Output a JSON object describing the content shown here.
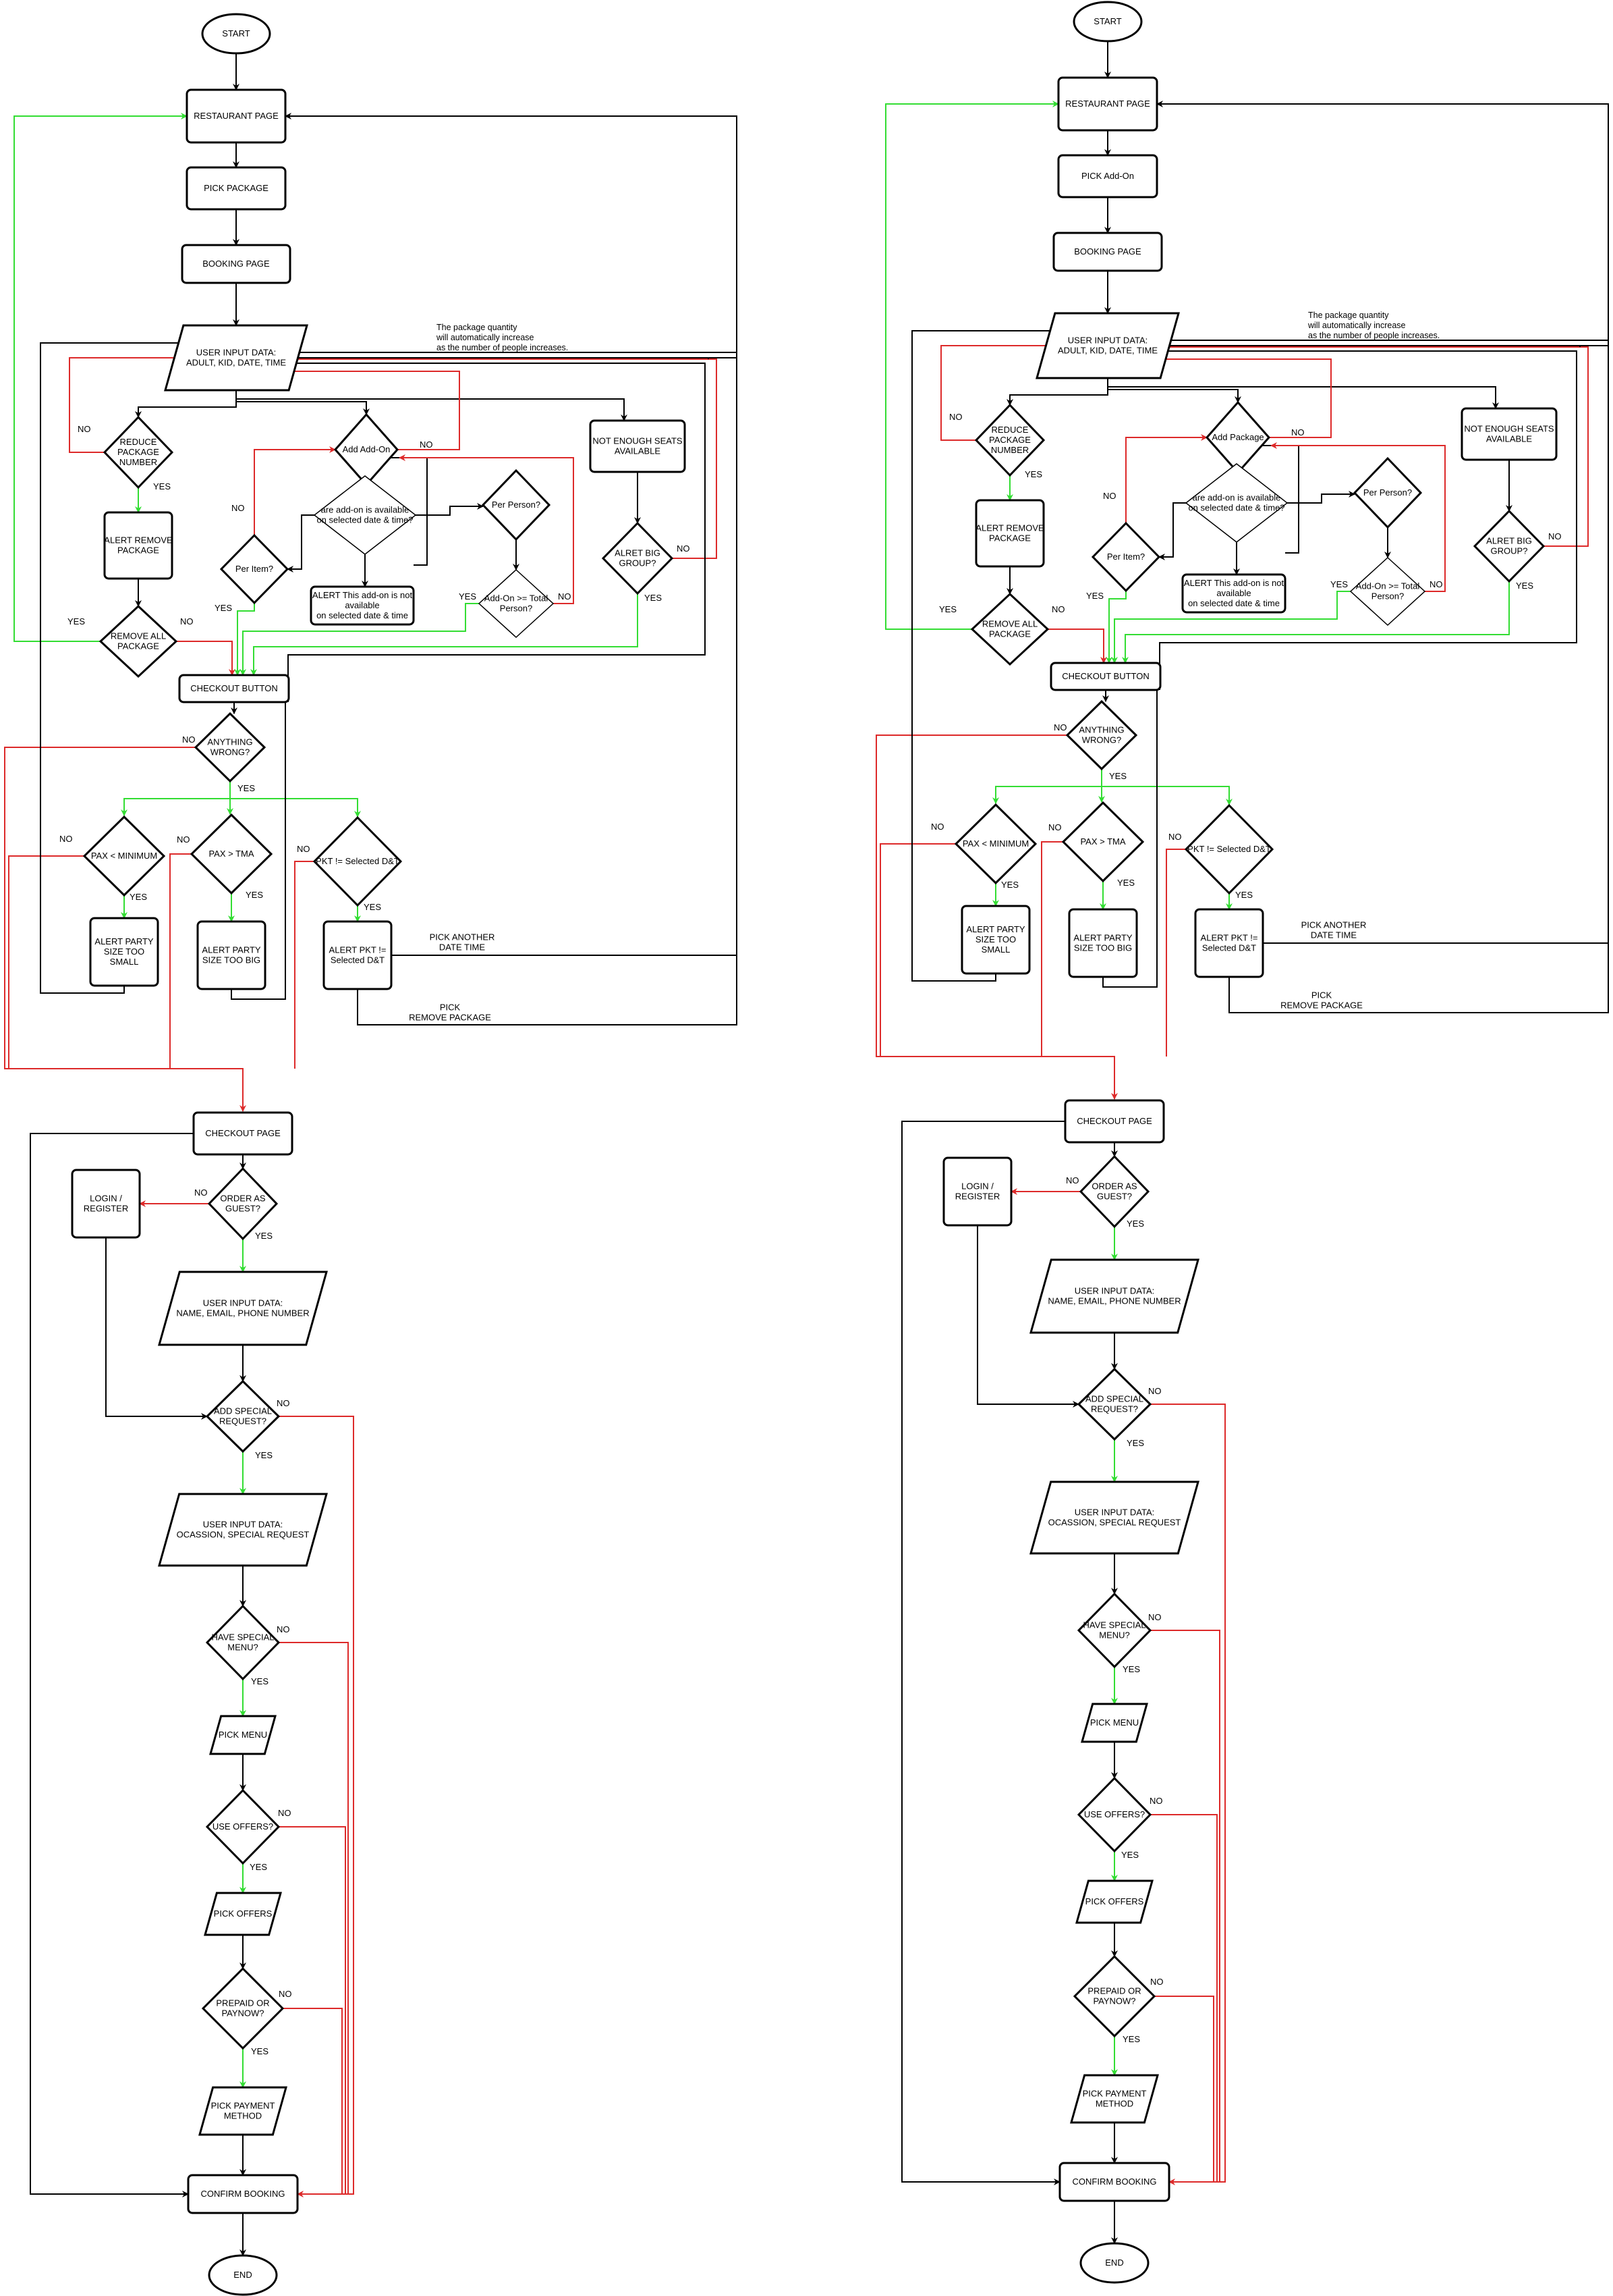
{
  "colors": {
    "yes": "#33dd33",
    "no": "#dd2a2a",
    "flow": "#000000"
  },
  "charts": [
    {
      "id": "left",
      "nodes": {
        "start": "START",
        "restaurant": "RESTAURANT PAGE",
        "pick": "PICK PACKAGE",
        "booking": "BOOKING PAGE",
        "input1": "USER INPUT DATA:\nADULT, KID, DATE, TIME",
        "note": "The package quantity\nwill automatically increase\nas the number of people increases.",
        "reduce": "REDUCE\nPACKAGE\nNUMBER",
        "alertRemove": "ALERT REMOVE\nPACKAGE",
        "removeAll": "REMOVE ALL\nPACKAGE",
        "addOn": "Add Add-On",
        "available": "are add-on is  available\non selected date & time?",
        "perItem": "Per Item?",
        "alertNA": "ALERT This add-on is not\navailable\non selected date & time",
        "perPerson": "Per Person?",
        "addOnTotal": "Add-On >= Total\nPerson?",
        "notEnough": "NOT ENOUGH SEATS\nAVAILABLE",
        "bigGroup": "ALRET BIG\nGROUP?",
        "checkoutBtn": "CHECKOUT BUTTON",
        "anything": "ANYTHING\nWRONG?",
        "paxMin": "PAX < MINIMUM",
        "paxTma": "PAX > TMA",
        "pkt": "PKT != Selected D&T",
        "alertSmall": "ALERT PARTY\nSIZE TOO\nSMALL",
        "alertBig": "ALERT PARTY\nSIZE TOO BIG",
        "alertPkt": "ALERT  PKT !=\nSelected D&T",
        "pickAnother": "PICK ANOTHER\nDATE TIME",
        "pickRemove": "PICK\nREMOVE PACKAGE",
        "checkoutPage": "CHECKOUT PAGE",
        "guest": "ORDER AS\nGUEST?",
        "login": "LOGIN /\nREGISTER",
        "input2": "USER INPUT DATA:\nNAME, EMAIL, PHONE NUMBER",
        "special": "ADD SPECIAL\nREQUEST?",
        "input3": "USER INPUT DATA:\nOCASSION, SPECIAL REQUEST",
        "menuQ": "HAVE SPECIAL\nMENU?",
        "pickMenu": "PICK MENU",
        "offersQ": "USE OFFERS?",
        "pickOffers": "PICK OFFERS",
        "prepaid": "PREPAID OR\nPAYNOW?",
        "payMethod": "PICK PAYMENT\nMETHOD",
        "confirm": "CONFIRM BOOKING",
        "end": "END"
      }
    },
    {
      "id": "right",
      "nodes": {
        "start": "START",
        "restaurant": "RESTAURANT PAGE",
        "pick": "PICK Add-On",
        "booking": "BOOKING PAGE",
        "input1": "USER INPUT DATA:\nADULT, KID, DATE, TIME",
        "note": "The package quantity\nwill automatically increase\nas the number of people increases.",
        "reduce": "REDUCE\nPACKAGE\nNUMBER",
        "alertRemove": "ALERT REMOVE\nPACKAGE",
        "removeAll": "REMOVE ALL\nPACKAGE",
        "addOn": "Add Package",
        "available": "are add-on is  available\non selected date & time?",
        "perItem": "Per Item?",
        "alertNA": "ALERT This add-on is not\navailable\non selected date & time",
        "perPerson": "Per Person?",
        "addOnTotal": "Add-On >= Total\nPerson?",
        "notEnough": "NOT ENOUGH SEATS\nAVAILABLE",
        "bigGroup": "ALRET BIG\nGROUP?",
        "checkoutBtn": "CHECKOUT BUTTON",
        "anything": "ANYTHING\nWRONG?",
        "paxMin": "PAX < MINIMUM",
        "paxTma": "PAX > TMA",
        "pkt": "PKT != Selected D&T",
        "alertSmall": "ALERT PARTY\nSIZE TOO\nSMALL",
        "alertBig": "ALERT PARTY\nSIZE TOO BIG",
        "alertPkt": "ALERT  PKT !=\nSelected D&T",
        "pickAnother": "PICK ANOTHER\nDATE TIME",
        "pickRemove": "PICK\nREMOVE PACKAGE",
        "checkoutPage": "CHECKOUT PAGE",
        "guest": "ORDER AS\nGUEST?",
        "login": "LOGIN /\nREGISTER",
        "input2": "USER INPUT DATA:\nNAME, EMAIL, PHONE NUMBER",
        "special": "ADD SPECIAL\nREQUEST?",
        "input3": "USER INPUT DATA:\nOCASSION, SPECIAL REQUEST",
        "menuQ": "HAVE SPECIAL\nMENU?",
        "pickMenu": "PICK MENU",
        "offersQ": "USE OFFERS?",
        "pickOffers": "PICK OFFERS",
        "prepaid": "PREPAID OR\nPAYNOW?",
        "payMethod": "PICK PAYMENT\nMETHOD",
        "confirm": "CONFIRM BOOKING",
        "end": "END"
      }
    }
  ],
  "edge_labels": {
    "yes": "YES",
    "no": "NO"
  }
}
